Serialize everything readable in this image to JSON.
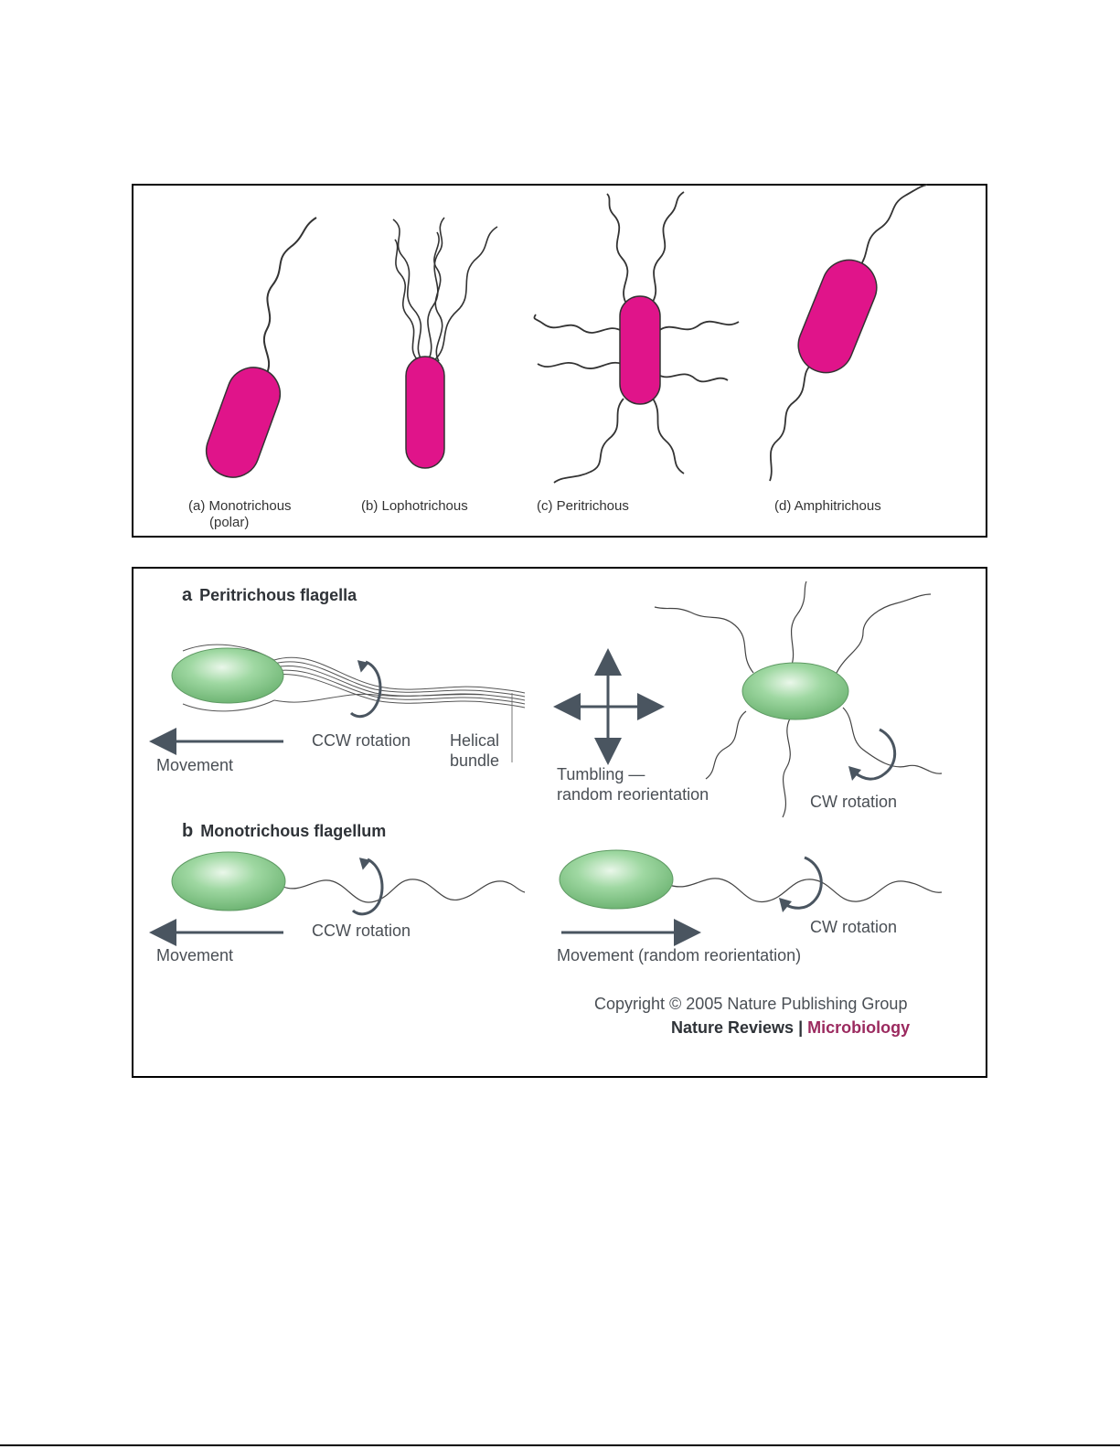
{
  "top_panel": {
    "types": [
      {
        "label": "(a) Monotrichous",
        "sublabel": "(polar)"
      },
      {
        "label": "(b) Lophotrichous"
      },
      {
        "label": "(c) Peritrichous"
      },
      {
        "label": "(d) Amphitrichous"
      }
    ]
  },
  "bottom_panel": {
    "section_a": {
      "letter": "a",
      "title": "Peritrichous flagella",
      "ccw_label": "CCW rotation",
      "helical_label_1": "Helical",
      "helical_label_2": "bundle",
      "movement_label": "Movement",
      "tumbling_label_1": "Tumbling —",
      "tumbling_label_2": "random reorientation",
      "cw_label": "CW rotation"
    },
    "section_b": {
      "letter": "b",
      "title": "Monotrichous flagellum",
      "ccw_label": "CCW rotation",
      "movement_label": "Movement",
      "cw_label": "CW rotation",
      "movement_random_label": "Movement (random reorientation)"
    },
    "copyright": "Copyright © 2005 Nature Publishing Group",
    "journal": "Nature Reviews",
    "separator": "|",
    "subject": "Microbiology"
  },
  "colors": {
    "cell_magenta": "#e0148a",
    "cell_green": "#86c98a",
    "arrow_gray": "#4a5560",
    "accent": "#9b2a5f"
  }
}
